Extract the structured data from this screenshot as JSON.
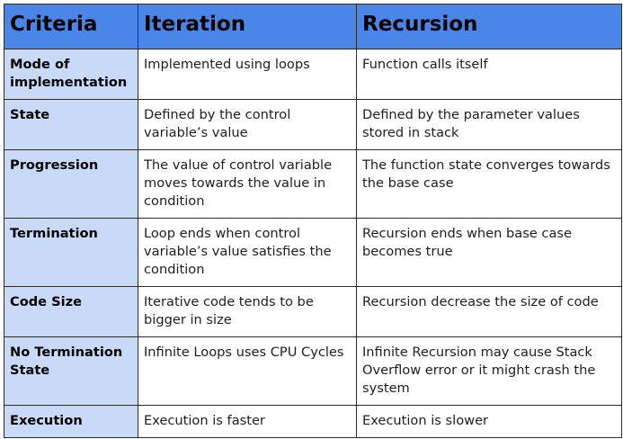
{
  "headers": [
    "Criteria",
    "Iteration",
    "Recursion"
  ],
  "rows": [
    {
      "criteria": "Mode of implementation",
      "iteration": "Implemented using loops",
      "recursion": "Function calls itself"
    },
    {
      "criteria": "State",
      "iteration": "Defined by the control variable’s value",
      "recursion": "Defined by the parameter values stored in stack"
    },
    {
      "criteria": "Progression",
      "iteration": "The value of control variable moves towards the value in condition",
      "recursion": "The function state converges towards the base case"
    },
    {
      "criteria": "Termination",
      "iteration": "Loop ends when control variable’s value satisfies the condition",
      "recursion": "Recursion ends when base case becomes true"
    },
    {
      "criteria": "Code Size",
      "iteration": "Iterative code tends to be bigger in size",
      "recursion": "Recursion decrease the size of code"
    },
    {
      "criteria": "No Termination State",
      "iteration": "Infinite Loops uses CPU Cycles",
      "recursion": "Infinite Recursion may cause Stack Overflow error or it might crash the system"
    },
    {
      "criteria": "Execution",
      "iteration": "Execution is faster",
      "recursion": "Execution is slower"
    }
  ]
}
